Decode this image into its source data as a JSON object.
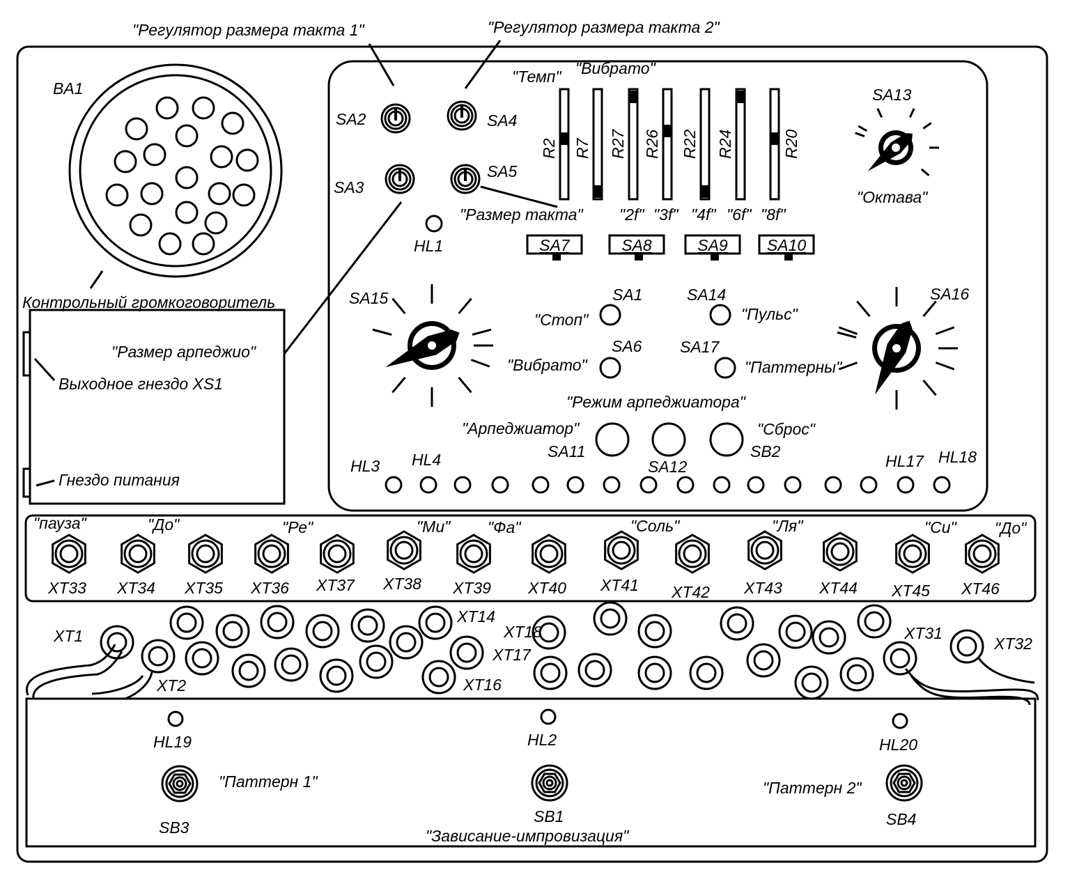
{
  "callouts": {
    "beat1": "\"Регулятор размера такта 1\"",
    "beat2": "\"Регулятор размера такта 2\"",
    "speaker": "Контрольный громкоговоритель",
    "arp_size": "\"Размер арпеджио\"",
    "out_jack": "Выходное гнездо XS1",
    "power_jack": "Гнездо питания",
    "beat_size": "\"Размер такта\"",
    "octave": "\"Октава\"",
    "arp_mode": "\"Режим арпеджиатора\"",
    "hold": "\"Зависание-импровизация\""
  },
  "speaker": {
    "ref": "BA1"
  },
  "toggles": {
    "SA2": "SA2",
    "SA3": "SA3",
    "SA4": "SA4",
    "SA5": "SA5",
    "HL1": "HL1"
  },
  "sliders": {
    "tempo": "\"Темп\"",
    "vibrato": "\"Вибрато\"",
    "items": [
      {
        "ref": "R2",
        "level": 0.55,
        "harm": ""
      },
      {
        "ref": "R7",
        "level": 0.07,
        "harm": ""
      },
      {
        "ref": "R27",
        "level": 0.93,
        "harm": "\"2f\""
      },
      {
        "ref": "R26",
        "level": 0.62,
        "harm": "\"3f\""
      },
      {
        "ref": "R22",
        "level": 0.07,
        "harm": "\"4f\""
      },
      {
        "ref": "R24",
        "level": 0.93,
        "harm": "\"6f\""
      },
      {
        "ref": "R20",
        "level": 0.55,
        "harm": "\"8f\""
      }
    ],
    "buttons": [
      "SA7",
      "SA8",
      "SA9",
      "SA10"
    ]
  },
  "knobs": {
    "SA13": "SA13",
    "SA15": "SA15",
    "SA16": "SA16"
  },
  "switches": {
    "SA1": "SA1",
    "stop": "\"Стоп\"",
    "SA6": "SA6",
    "vibrato": "\"Вибрато\"",
    "SA14": "SA14",
    "pulse": "\"Пульс\"",
    "SA17": "SA17",
    "patterns": "\"Паттерны\""
  },
  "arp_buttons": {
    "arp": "\"Арпеджиатор\"",
    "SA11": "SA11",
    "SA12": "SA12",
    "reset": "\"Сброс\"",
    "SB2": "SB2"
  },
  "led_row": {
    "HL3": "HL3",
    "HL4": "HL4",
    "HL17": "HL17",
    "HL18": "HL18"
  },
  "notes": [
    {
      "ref": "XT33",
      "note": "\"пауза\""
    },
    {
      "ref": "XT34",
      "note": "\"До\""
    },
    {
      "ref": "XT35",
      "note": ""
    },
    {
      "ref": "XT36",
      "note": "\"Ре\""
    },
    {
      "ref": "XT37",
      "note": ""
    },
    {
      "ref": "XT38",
      "note": "\"Ми\""
    },
    {
      "ref": "XT39",
      "note": "\"Фа\""
    },
    {
      "ref": "XT40",
      "note": ""
    },
    {
      "ref": "XT41",
      "note": "\"Соль\""
    },
    {
      "ref": "XT42",
      "note": ""
    },
    {
      "ref": "XT43",
      "note": "\"Ля\""
    },
    {
      "ref": "XT44",
      "note": ""
    },
    {
      "ref": "XT45",
      "note": "\"Си\""
    },
    {
      "ref": "XT46",
      "note": "\"До\""
    }
  ],
  "field_labels": {
    "XT1": "XT1",
    "XT2": "XT2",
    "XT14": "XT14",
    "XT16": "XT16",
    "XT17": "XT17",
    "XT18": "XT18",
    "XT31": "XT31",
    "XT32": "XT32"
  },
  "bottom": {
    "HL19": "HL19",
    "HL2": "HL2",
    "HL20": "HL20",
    "pattern1": "\"Паттерн 1\"",
    "pattern2": "\"Паттерн 2\"",
    "SB3": "SB3",
    "SB1": "SB1",
    "SB4": "SB4"
  }
}
